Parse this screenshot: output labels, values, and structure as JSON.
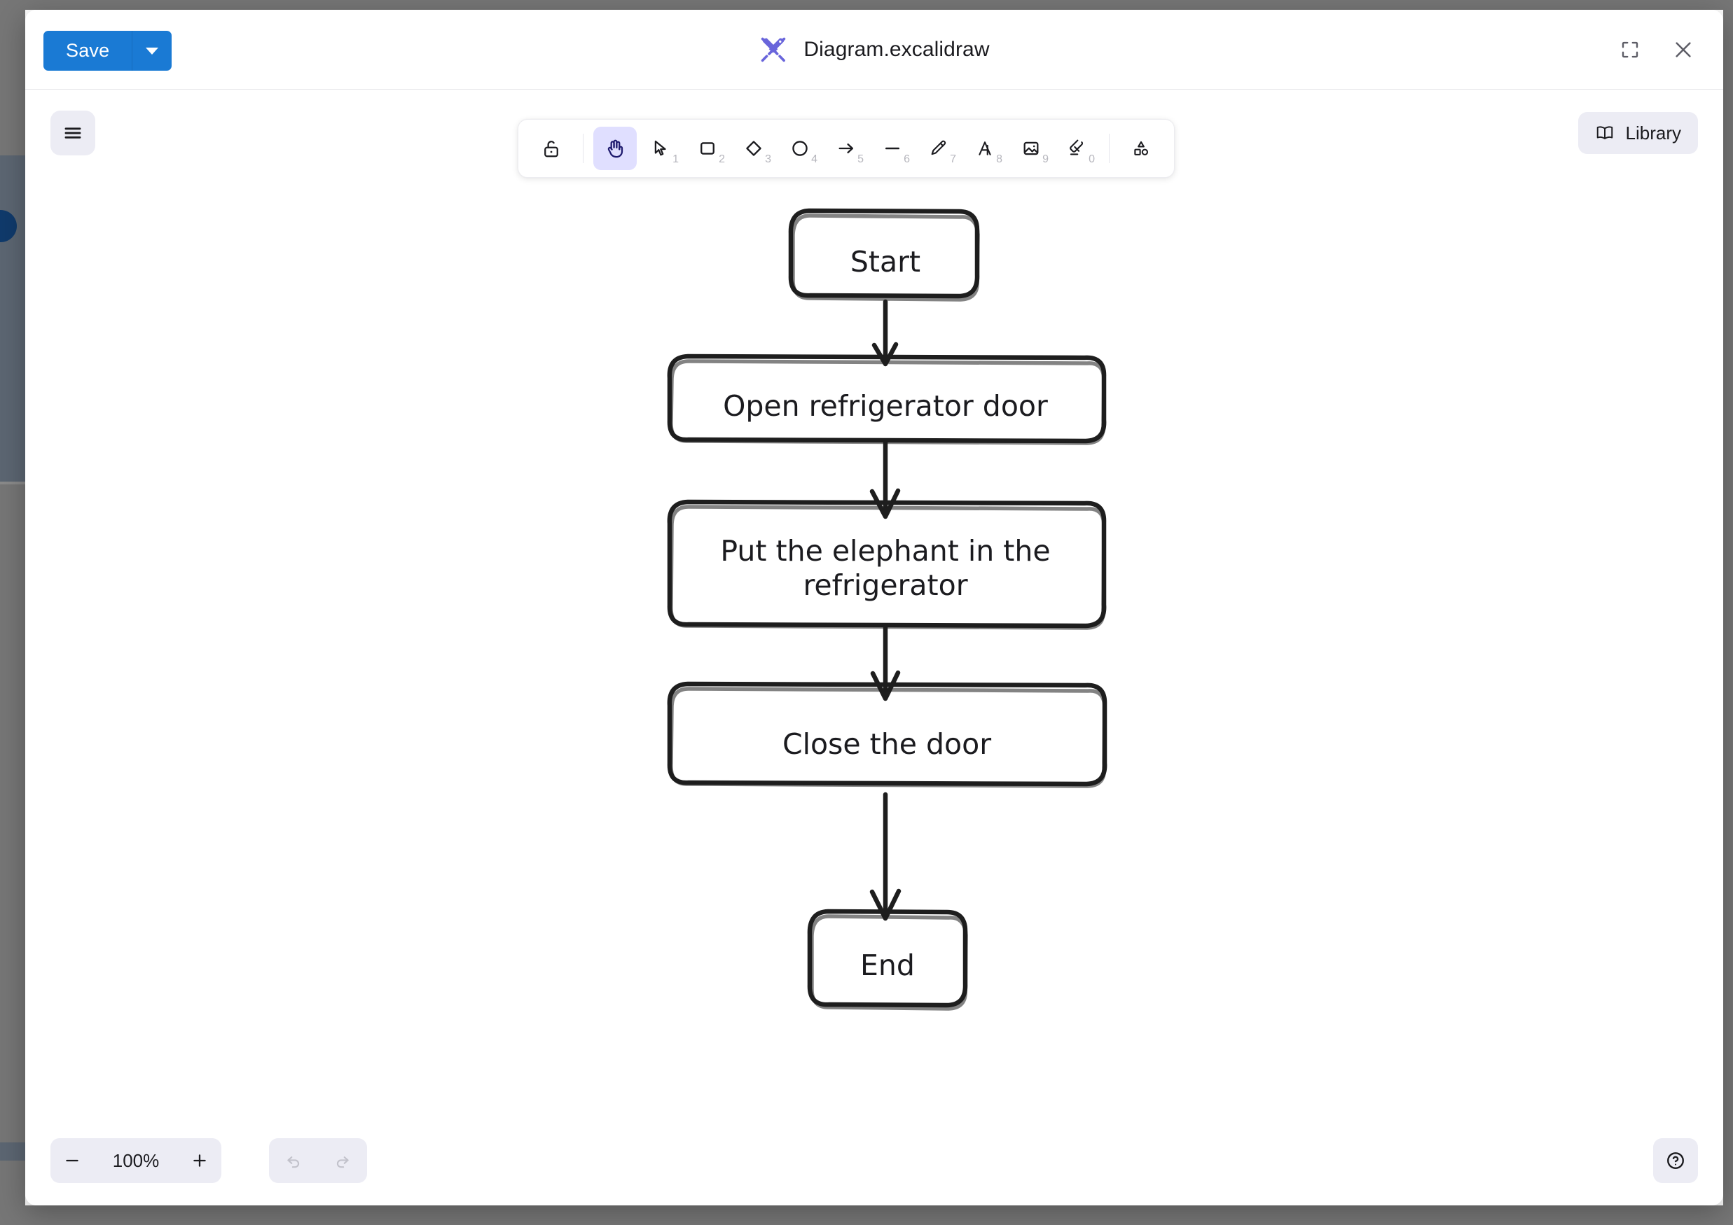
{
  "window": {
    "title": "Diagram.excalidraw",
    "logo_icon": "excalidraw-logo-icon",
    "fullscreen_icon": "fullscreen-icon",
    "close_icon": "close-icon"
  },
  "toolbar_top": {
    "save_label": "Save",
    "save_dropdown_icon": "chevron-down-icon",
    "accent_color": "#1a7ad4"
  },
  "canvas": {
    "menu_icon": "hamburger-menu-icon",
    "library_label": "Library",
    "library_icon": "book-icon"
  },
  "tools": [
    {
      "name": "lock-icon",
      "label": "Keep selected tool active after drawing",
      "key": "",
      "active": false
    },
    {
      "name": "hand-icon",
      "label": "Hand (panning tool)",
      "key": "",
      "active": true
    },
    {
      "name": "selection-icon",
      "label": "Selection",
      "key": "1",
      "active": false
    },
    {
      "name": "rectangle-icon",
      "label": "Rectangle",
      "key": "2",
      "active": false
    },
    {
      "name": "diamond-icon",
      "label": "Diamond",
      "key": "3",
      "active": false
    },
    {
      "name": "ellipse-icon",
      "label": "Ellipse",
      "key": "4",
      "active": false
    },
    {
      "name": "arrow-icon",
      "label": "Arrow",
      "key": "5",
      "active": false
    },
    {
      "name": "line-icon",
      "label": "Line",
      "key": "6",
      "active": false
    },
    {
      "name": "draw-icon",
      "label": "Draw",
      "key": "7",
      "active": false
    },
    {
      "name": "text-icon",
      "label": "Text",
      "key": "8",
      "active": false
    },
    {
      "name": "image-icon",
      "label": "Insert image",
      "key": "9",
      "active": false
    },
    {
      "name": "eraser-icon",
      "label": "Eraser",
      "key": "0",
      "active": false
    },
    {
      "name": "more-shapes-icon",
      "label": "More tools",
      "key": "",
      "active": false
    }
  ],
  "footer": {
    "zoom_out_icon": "minus-icon",
    "zoom_level": "100%",
    "zoom_in_icon": "plus-icon",
    "undo_icon": "undo-icon",
    "redo_icon": "redo-icon",
    "help_icon": "help-circle-icon"
  },
  "diagram": {
    "style": "hand-drawn",
    "stroke_color": "#1e1e1e",
    "background_color": "#ffffff",
    "nodes": [
      {
        "id": "start",
        "text": "Start",
        "shape": "rounded-rectangle"
      },
      {
        "id": "open",
        "text": "Open refrigerator door",
        "shape": "rounded-rectangle"
      },
      {
        "id": "put",
        "text": "Put the elephant in the refrigerator",
        "shape": "rounded-rectangle",
        "lines": [
          "Put the elephant in the",
          "refrigerator"
        ]
      },
      {
        "id": "close",
        "text": "Close the door",
        "shape": "rounded-rectangle"
      },
      {
        "id": "end",
        "text": "End",
        "shape": "rounded-rectangle"
      }
    ],
    "edges": [
      {
        "from": "start",
        "to": "open",
        "type": "arrow"
      },
      {
        "from": "open",
        "to": "put",
        "type": "arrow"
      },
      {
        "from": "put",
        "to": "close",
        "type": "arrow"
      },
      {
        "from": "close",
        "to": "end",
        "type": "arrow"
      }
    ]
  }
}
